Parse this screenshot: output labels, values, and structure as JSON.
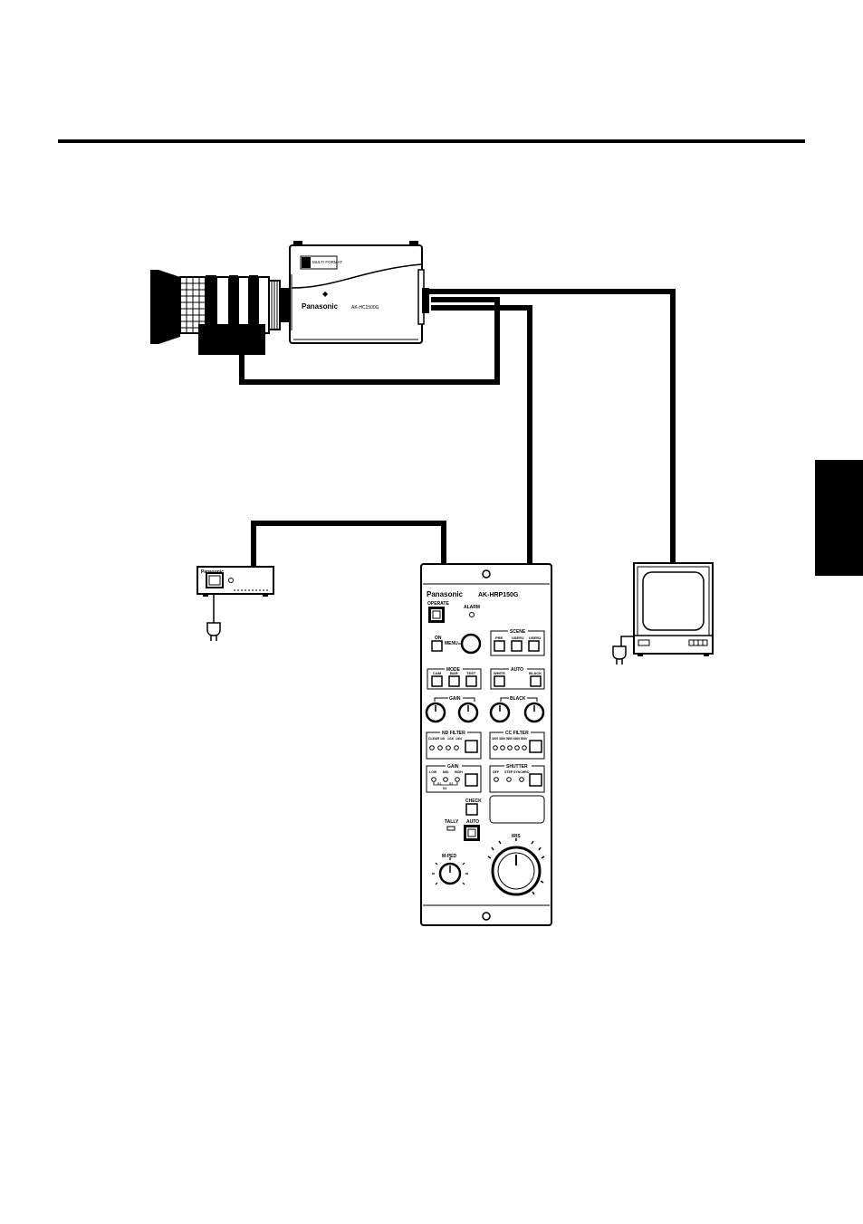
{
  "camera": {
    "brand": "Panasonic",
    "model": "AK-HC1500G",
    "badge": "MULTI FORMAT"
  },
  "ac_adaptor": {
    "brand": "Panasonic"
  },
  "rcp": {
    "brand": "Panasonic",
    "model": "AK-HRP150G",
    "operate": "OPERATE",
    "alarm": "ALARM",
    "on": "ON",
    "menu": "MENU",
    "scene_title": "SCENE",
    "scene_buttons": [
      "PRE",
      "USER1",
      "USER2"
    ],
    "mode_title": "MODE",
    "mode_buttons": [
      "CAM",
      "BAR",
      "TEST"
    ],
    "auto_title": "AUTO",
    "auto_buttons": [
      "WHITE",
      "BLACK"
    ],
    "gain_knob_title": "GAIN",
    "black_knob_title": "BLACK",
    "nd_filter_title": "ND FILTER",
    "nd_filter_labels": [
      "CLEAR 1/8",
      "1/16",
      "1/64"
    ],
    "cc_filter_title": "CC FILTER",
    "cc_filter_labels": "3200 4300 5600 6300 8000",
    "gain_switch_title": "GAIN",
    "gain_switch_labels": [
      "LOW",
      "MID",
      "HIGH"
    ],
    "gain_sub_labels": [
      "S1",
      "S2",
      "S3"
    ],
    "shutter_title": "SHUTTER",
    "shutter_labels": [
      "OFF",
      "STEP",
      "SYNCHRO"
    ],
    "check": "CHECK",
    "tally": "TALLY",
    "auto": "AUTO",
    "iris": "IRIS",
    "m_ped": "M-PED"
  },
  "colors": {
    "ink": "#000000",
    "paper": "#ffffff"
  }
}
